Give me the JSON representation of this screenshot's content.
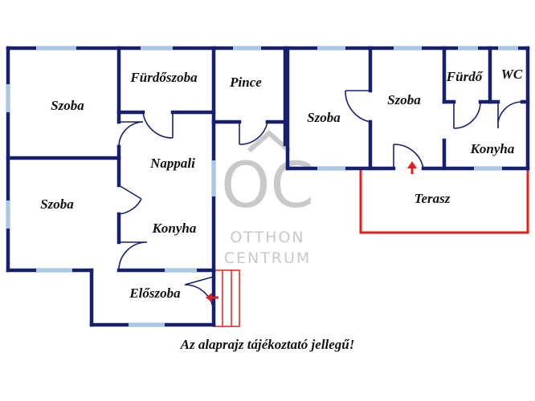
{
  "rooms": {
    "szoba_top_left": "Szoba",
    "furdoszoba": "Fürdőszoba",
    "pince": "Pince",
    "szoba_mid": "Szoba",
    "szoba_right": "Szoba",
    "furdo": "Fürdő",
    "wc": "WC",
    "nappali": "Nappali",
    "szoba_bottom_left": "Szoba",
    "konyha_left": "Konyha",
    "konyha_right": "Konyha",
    "terasz": "Terasz",
    "eloszoba": "Előszoba"
  },
  "watermark": {
    "logo": "OC",
    "line1": "OTTHON",
    "line2": "CENTRUM"
  },
  "note": "Az alaprajz tájékoztató jellegű!",
  "colors": {
    "wall": "#16206e",
    "window": "#a8c8e8",
    "terrace": "#e0201a",
    "watermark": "#c9c9c9"
  }
}
